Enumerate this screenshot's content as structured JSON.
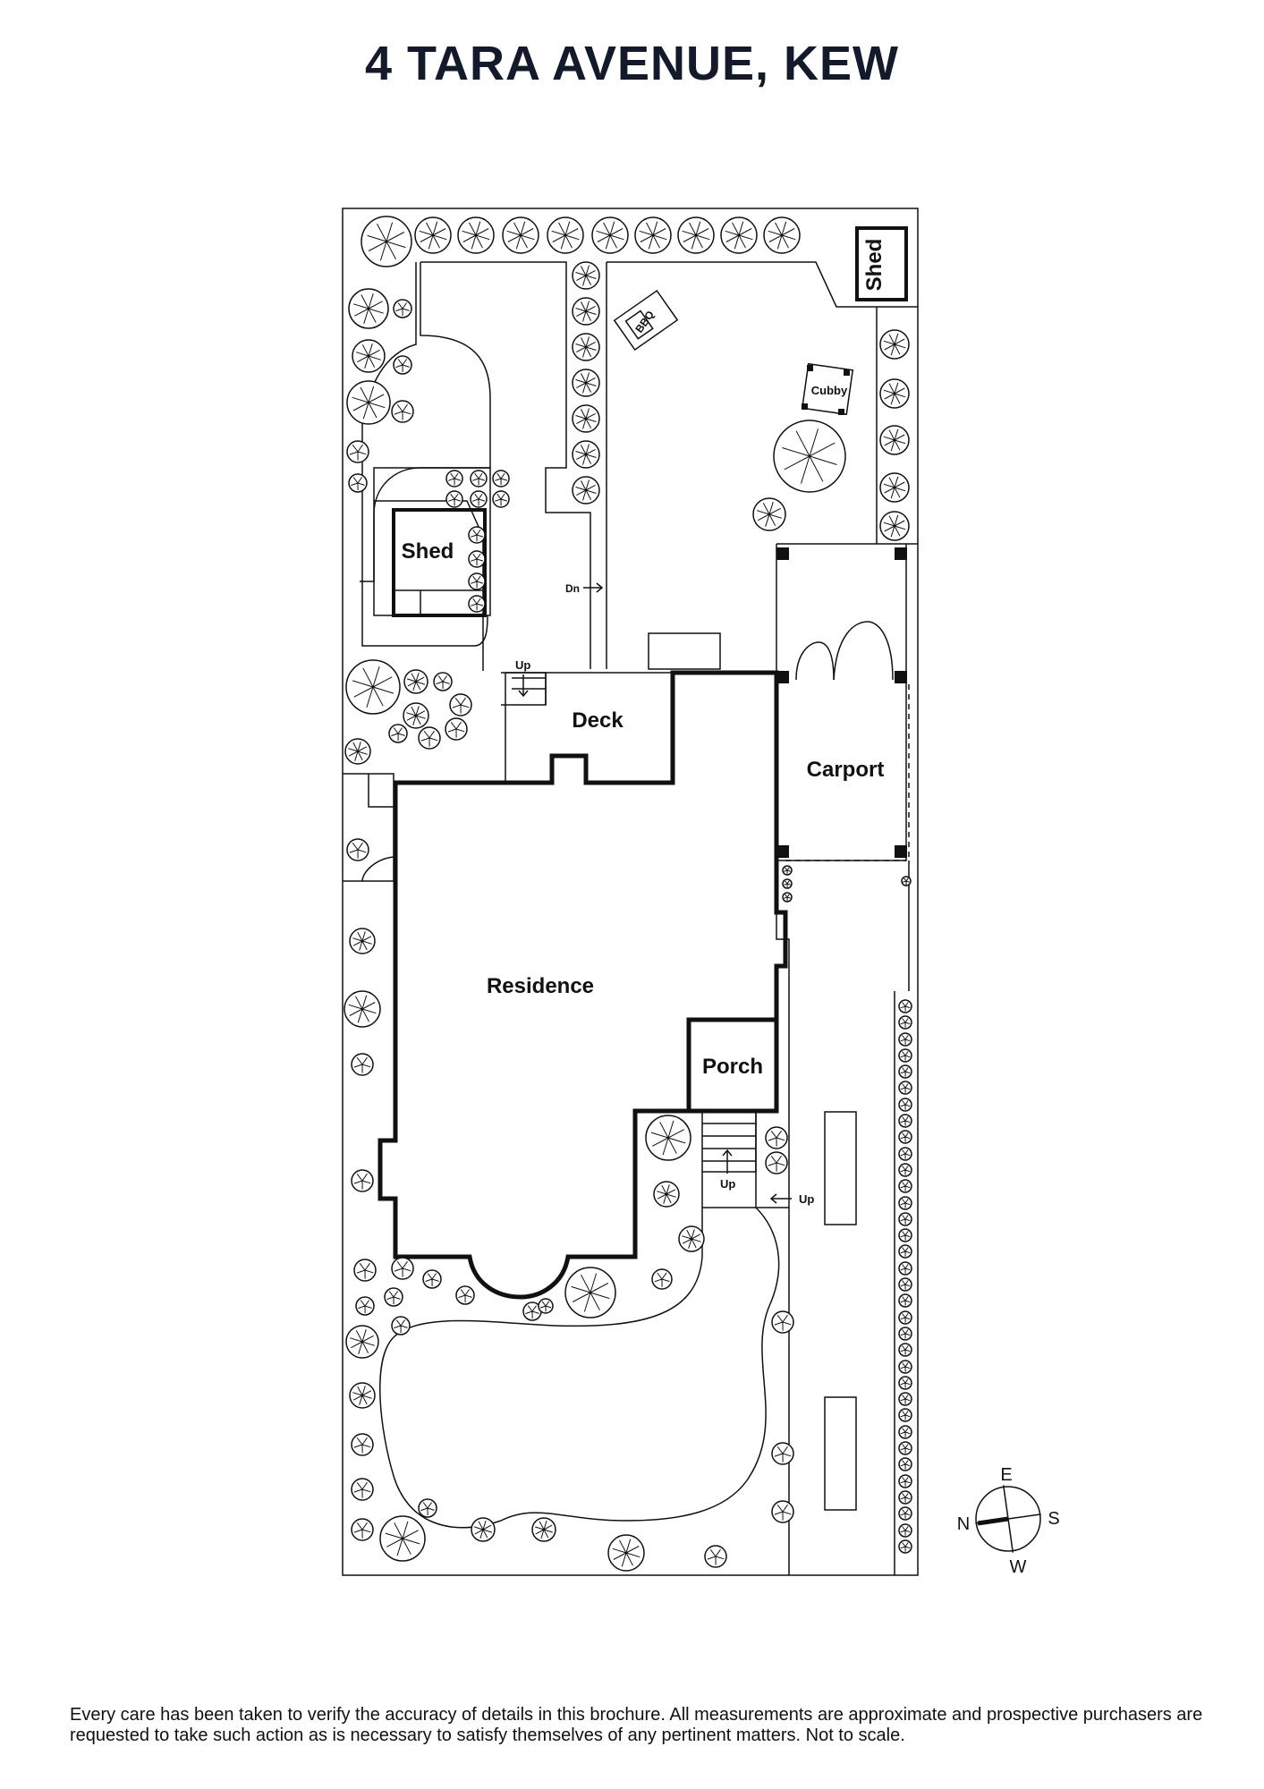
{
  "title": "4 TARA AVENUE, KEW",
  "disclaimer": "Every care has been taken to verify the accuracy of details in this brochure. All measurements are approximate and prospective purchasers are requested to take such action as is necessary to satisfy themselves of any pertinent matters. Not to scale.",
  "labels": {
    "shed_back": "Shed",
    "shed_left": "Shed",
    "bbq": "BBQ",
    "cubby": "Cubby",
    "deck": "Deck",
    "carport": "Carport",
    "residence": "Residence",
    "porch": "Porch",
    "dn": "Dn",
    "up_deck": "Up",
    "up_porch": "Up",
    "up_side": "Up"
  },
  "compass": {
    "n": "N",
    "e": "E",
    "s": "S",
    "w": "W"
  },
  "colors": {
    "ink": "#111111",
    "title": "#131a2c",
    "background": "#ffffff"
  }
}
